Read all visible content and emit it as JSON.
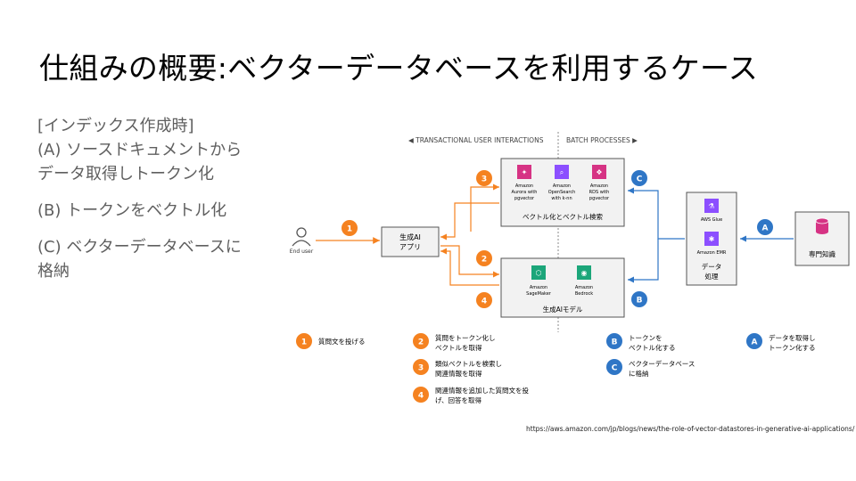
{
  "title": "仕組みの概要:ベクターデータベースを利用するケース",
  "bullets": {
    "heading": "[インデックス作成時]",
    "a_line1": "(A) ソースドキュメントから",
    "a_line2": "データ取得しトークン化",
    "b": "(B) トークンをベクトル化",
    "c_line1": "(C) ベクターデータベースに",
    "c_line2": "格納"
  },
  "diagram": {
    "header_left": "◀ TRANSACTIONAL USER INTERACTIONS",
    "header_right": "BATCH PROCESSES ▶",
    "end_user": "End user",
    "app_line1": "生成AI",
    "app_line2": "アプリ",
    "db_box_label": "ベクトル化とベクトル検索",
    "db_services": [
      {
        "line1": "Amazon",
        "line2": "Aurora with",
        "line3": "pgvector",
        "icon": "aurora-icon"
      },
      {
        "line1": "Amazon",
        "line2": "OpenSearch",
        "line3": "with k-nn",
        "icon": "opensearch-icon"
      },
      {
        "line1": "Amazon",
        "line2": "RDS with",
        "line3": "pgvector",
        "icon": "rds-icon"
      }
    ],
    "model_box_label": "生成AIモデル",
    "model_services": [
      {
        "line1": "Amazon",
        "line2": "SageMaker",
        "icon": "sagemaker-icon"
      },
      {
        "line1": "Amazon",
        "line2": "Bedrock",
        "icon": "bedrock-icon"
      }
    ],
    "glue_label": "AWS Glue",
    "emr_label": "Amazon EMR",
    "processing_line1": "データ",
    "processing_line2": "処理",
    "knowledge_label": "専門知識",
    "markers": {
      "one": "1",
      "two": "2",
      "three": "3",
      "four": "4",
      "a": "A",
      "b": "B",
      "c": "C"
    },
    "legend": {
      "one": "質問文を投げる",
      "two_line1": "質問をトークン化し",
      "two_line2": "ベクトルを取得",
      "three_line1": "類似ベクトルを検索し",
      "three_line2": "関連情報を取得",
      "four_line1": "関連情報を追加した質問文を投",
      "four_line2": "げ、回答を取得",
      "b_line1": "トークンを",
      "b_line2": "ベクトル化する",
      "c_line1": "ベクターデータベース",
      "c_line2": "に格納",
      "a_line1": "データを取得し",
      "a_line2": "トークン化する"
    },
    "colors": {
      "orange": "#f58220",
      "blue": "#2f76c6",
      "box_fill": "#f2f2f2",
      "box_stroke": "#555555",
      "pink": "#d63384",
      "purple": "#8c4fff",
      "green": "#1ca67a"
    }
  },
  "source_url": "https://aws.amazon.com/jp/blogs/news/the-role-of-vector-datastores-in-generative-ai-applications/"
}
